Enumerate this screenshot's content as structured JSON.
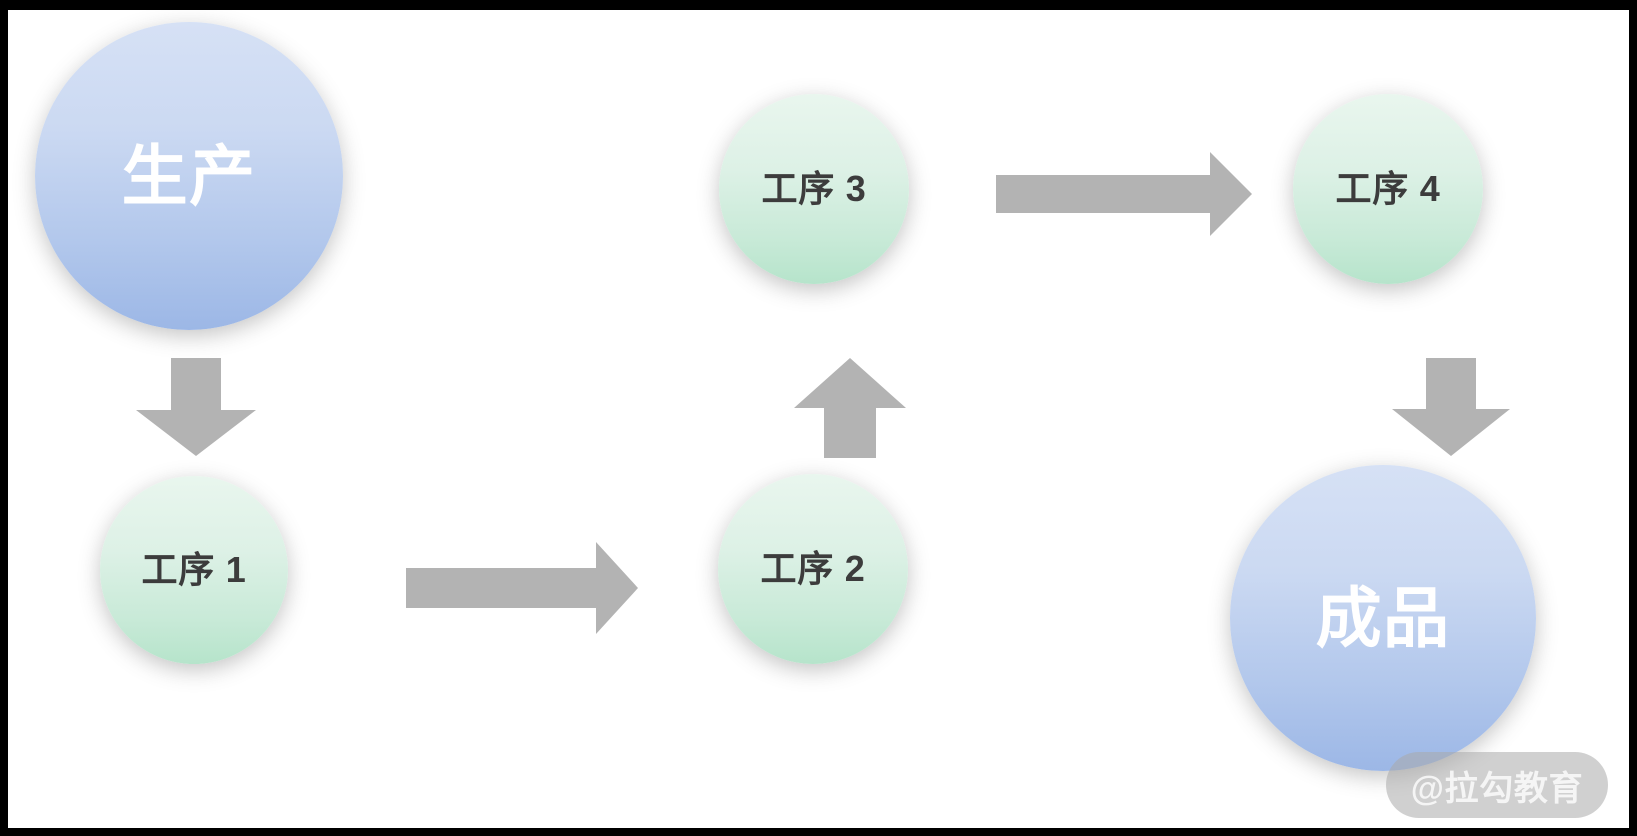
{
  "slide": {
    "background_color": "#ffffff",
    "letterbox_color": "#000000",
    "arrow_color": "#b3b3b3"
  },
  "diagram": {
    "type": "flow",
    "nodes": [
      {
        "id": "production",
        "label": "生产",
        "shape": "circle",
        "style": "blue",
        "text_color": "#ffffff",
        "fill_top": "#d6e1f5",
        "fill_bottom": "#9cb7e6"
      },
      {
        "id": "step1",
        "label": "工序 1",
        "shape": "circle",
        "style": "green",
        "text_color": "#3c3c3c",
        "fill_top": "#e9f6ee",
        "fill_bottom": "#b6e4cb"
      },
      {
        "id": "step2",
        "label": "工序 2",
        "shape": "circle",
        "style": "green",
        "text_color": "#3c3c3c",
        "fill_top": "#e9f6ee",
        "fill_bottom": "#b6e4cb"
      },
      {
        "id": "step3",
        "label": "工序 3",
        "shape": "circle",
        "style": "green",
        "text_color": "#3c3c3c",
        "fill_top": "#e9f6ee",
        "fill_bottom": "#b6e4cb"
      },
      {
        "id": "step4",
        "label": "工序 4",
        "shape": "circle",
        "style": "green",
        "text_color": "#3c3c3c",
        "fill_top": "#e9f6ee",
        "fill_bottom": "#b6e4cb"
      },
      {
        "id": "finished",
        "label": "成品",
        "shape": "circle",
        "style": "blue",
        "text_color": "#ffffff",
        "fill_top": "#d6e1f5",
        "fill_bottom": "#9cb7e6"
      }
    ],
    "edges": [
      {
        "id": "prod-to-step1",
        "from": "生产",
        "to": "工序 1",
        "direction": "down"
      },
      {
        "id": "step1-to-step2",
        "from": "工序 1",
        "to": "工序 2",
        "direction": "right"
      },
      {
        "id": "step2-to-step3",
        "from": "工序 2",
        "to": "工序 3",
        "direction": "up"
      },
      {
        "id": "step3-to-step4",
        "from": "工序 3",
        "to": "工序 4",
        "direction": "right"
      },
      {
        "id": "step4-to-finished",
        "from": "工序 4",
        "to": "成品",
        "direction": "down"
      }
    ]
  },
  "watermark": {
    "text": "@拉勾教育"
  }
}
